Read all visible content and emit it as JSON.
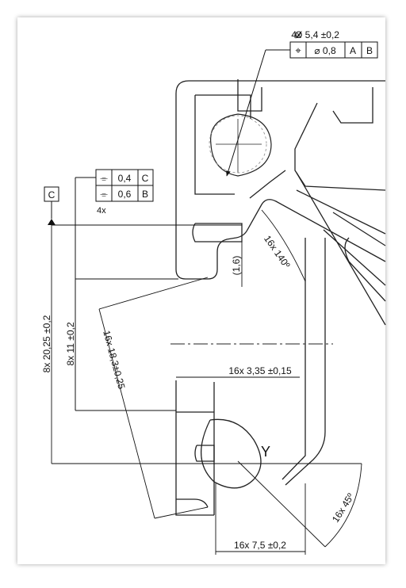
{
  "drawing": {
    "position_tolerance": {
      "count": "4x",
      "diameter": "Ø 5,4 ±0,2",
      "symbol": "⌖",
      "zone": "⌀ 0,8",
      "datum1": "A",
      "datum2": "B"
    },
    "symmetry_frame": {
      "symbol": "⌯",
      "row1_value": "0,4",
      "row1_datum": "C",
      "row2_value": "0,6",
      "row2_datum": "B",
      "count": "4x"
    },
    "datum_c": "C",
    "dimensions": {
      "overall_offset": "8x 20,25 ±0,2",
      "offset_11": "8x 11 ±0,2",
      "slot_length": "16x 18,3±0,25",
      "wall_depth": "(1,6)",
      "angle_140": "16x 140º",
      "slot_width": "16x 3,35 ±0,15",
      "bottom_width": "16x 7,5 ±0,2",
      "angle_45": "16x 45º"
    },
    "detail_label": "Y"
  }
}
